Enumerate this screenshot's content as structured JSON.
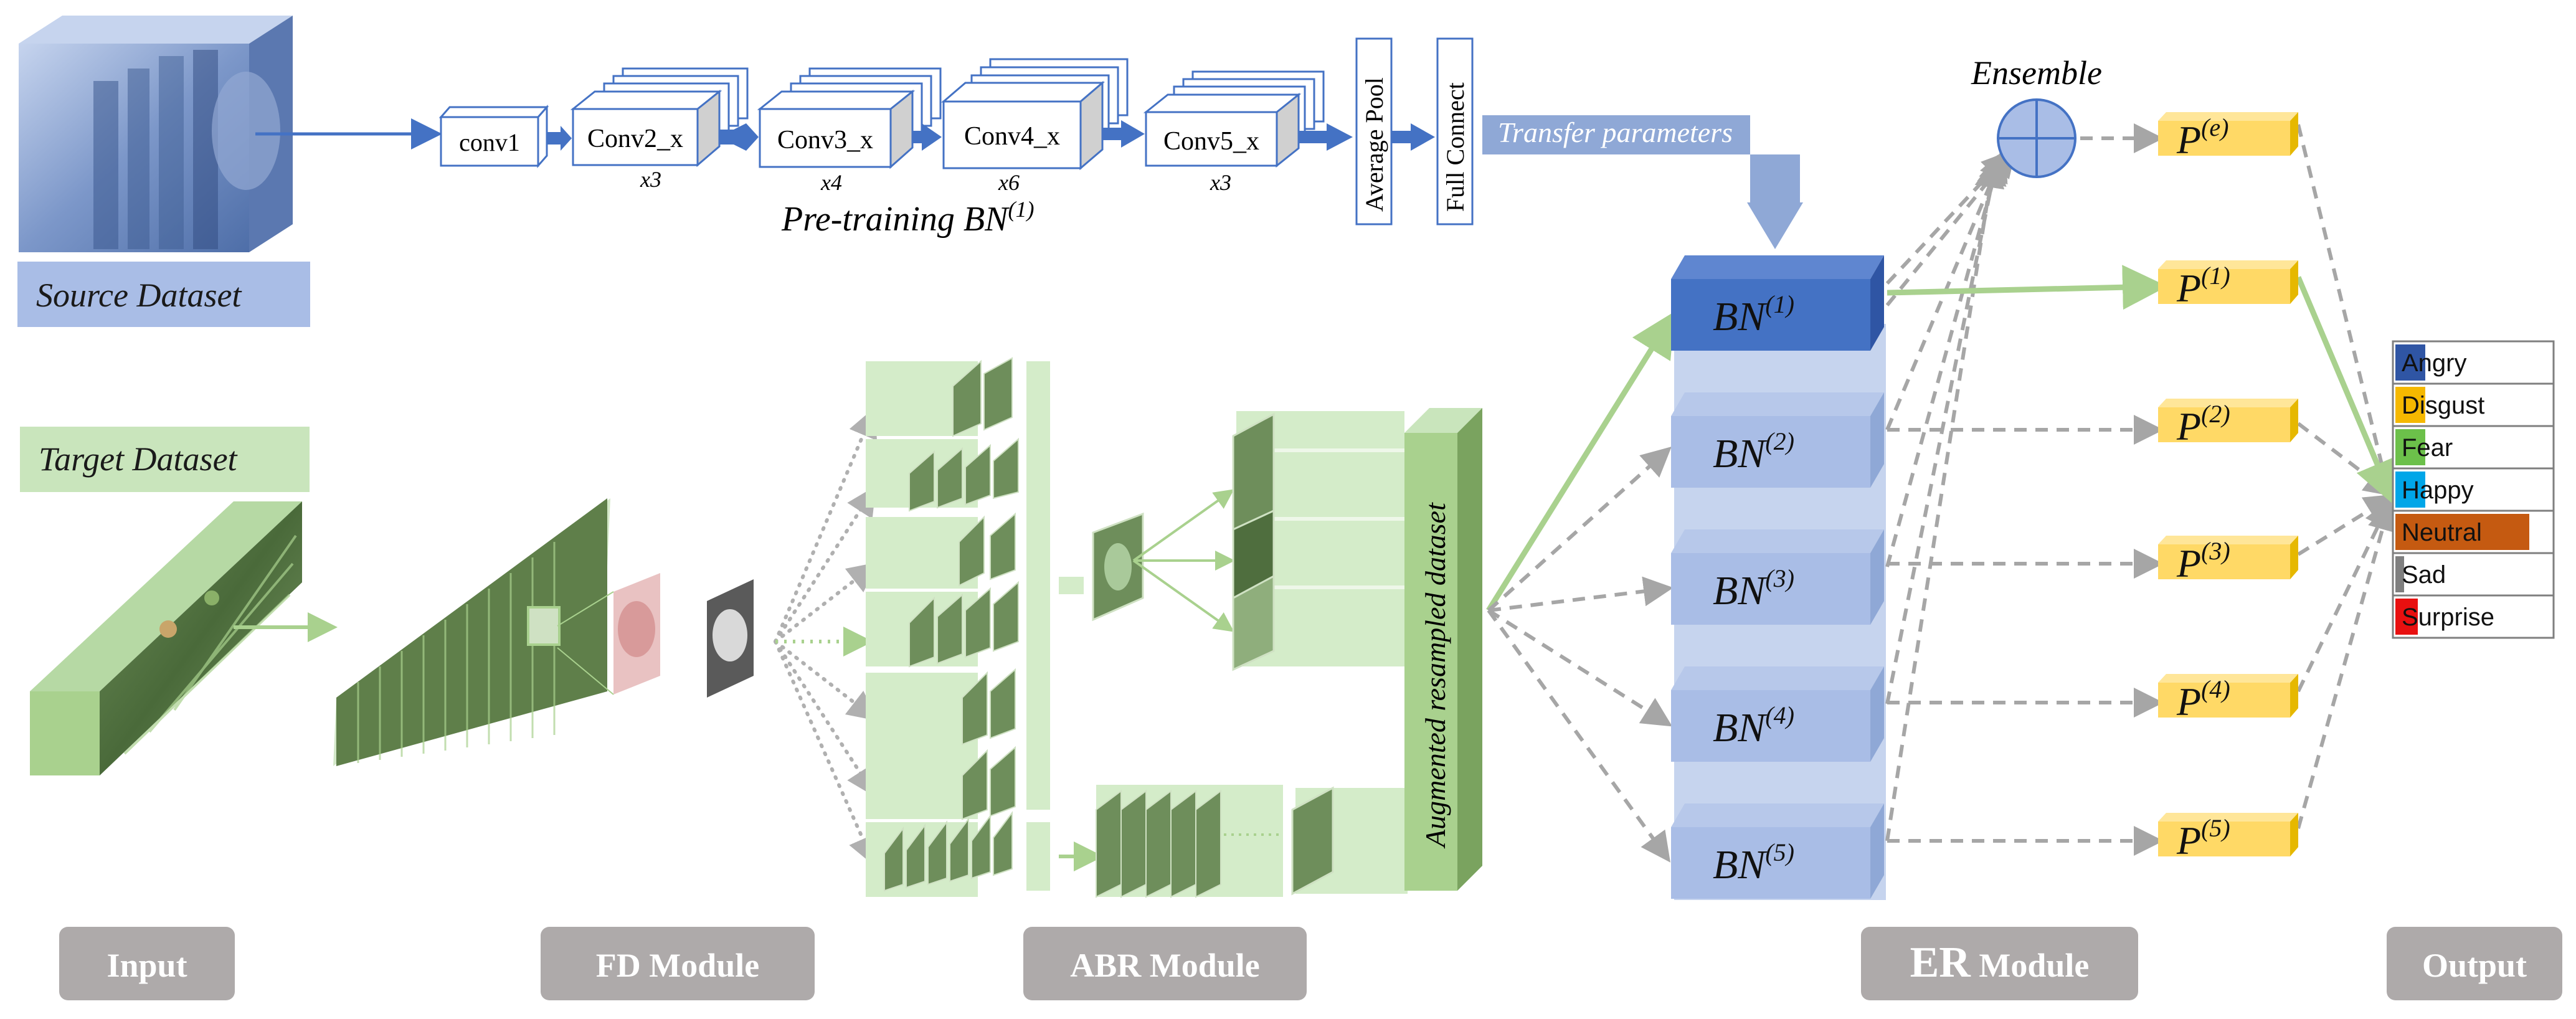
{
  "source_dataset_label": "Source Dataset",
  "target_dataset_label": "Target Dataset",
  "backbone": {
    "layers": [
      {
        "label": "conv1",
        "repeat": ""
      },
      {
        "label": "Conv2_x",
        "repeat": "x3"
      },
      {
        "label": "Conv3_x",
        "repeat": "x4"
      },
      {
        "label": "Conv4_x",
        "repeat": "x6"
      },
      {
        "label": "Conv5_x",
        "repeat": "x3"
      }
    ],
    "average_pool_label": "Average Pool",
    "full_connect_label": "Full Connect",
    "pretraining_label": "Pre-training BN",
    "pretraining_sup": "(1)"
  },
  "transfer_label": "Transfer parameters",
  "augmented_label": "Augmented resampled dataset",
  "ensemble_label": "Ensemble",
  "bn_blocks": [
    {
      "base": "BN",
      "sup": "(1)"
    },
    {
      "base": "BN",
      "sup": "(2)"
    },
    {
      "base": "BN",
      "sup": "(3)"
    },
    {
      "base": "BN",
      "sup": "(4)"
    },
    {
      "base": "BN",
      "sup": "(5)"
    }
  ],
  "predictions": [
    {
      "base": "P",
      "sup": "(e)"
    },
    {
      "base": "P",
      "sup": "(1)"
    },
    {
      "base": "P",
      "sup": "(2)"
    },
    {
      "base": "P",
      "sup": "(3)"
    },
    {
      "base": "P",
      "sup": "(4)"
    },
    {
      "base": "P",
      "sup": "(5)"
    }
  ],
  "emotions": [
    {
      "label": "Angry",
      "color": "#2f55a4"
    },
    {
      "label": "Disgust",
      "color": "#f5b800"
    },
    {
      "label": "Fear",
      "color": "#6cc04a"
    },
    {
      "label": "Happy",
      "color": "#00a6e8"
    },
    {
      "label": "Neutral",
      "color": "#c55a11"
    },
    {
      "label": "Sad",
      "color": "#7f7f7f"
    },
    {
      "label": "Surprise",
      "color": "#e81010"
    }
  ],
  "modules": [
    {
      "label": "Input"
    },
    {
      "label": "FD Module"
    },
    {
      "label": "ABR Module"
    },
    {
      "big": "ER",
      "small": " Module"
    },
    {
      "label": "Output"
    }
  ],
  "colors": {
    "blue_dark": "#4472c4",
    "blue_light": "#a9bde6",
    "green_light": "#d4ecc9",
    "green_mid": "#a9d18e",
    "yellow": "#ffd966",
    "module_gray": "#aeaaaa",
    "arrow_gray": "#a6a6a6"
  }
}
